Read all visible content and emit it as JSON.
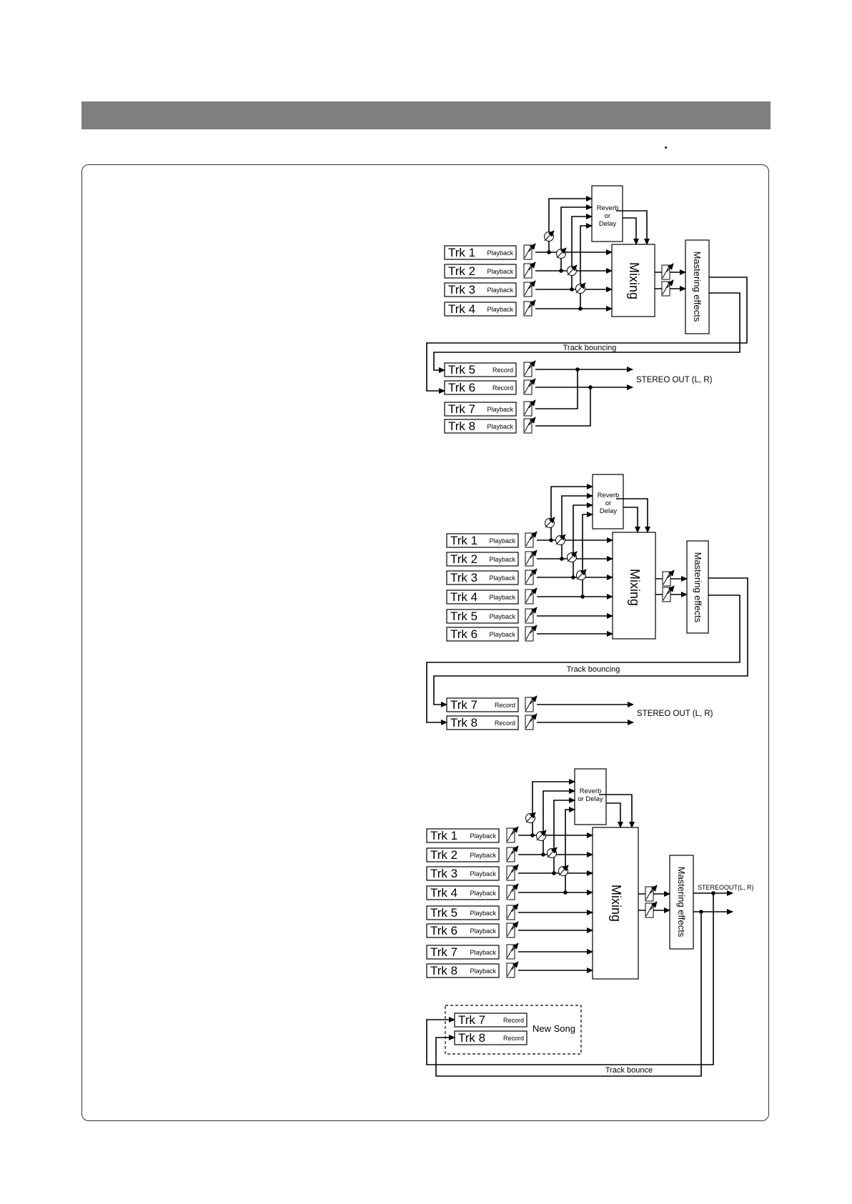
{
  "labels": {
    "playback": "Playback",
    "record": "Record",
    "mixing": "Mixing",
    "mastering": "Mastering effects",
    "reverb": [
      "Reverb",
      "or",
      "Delay"
    ],
    "reverb_d3": [
      "Reverb",
      "or Delay"
    ],
    "stereo_out": "STEREO OUT (L, R)",
    "stereo_out_short": "STEREOOUT(L, R)",
    "track_bouncing": "Track bouncing",
    "track_bounce": "Track bounce",
    "new_song": "New Song"
  },
  "diagrams": [
    {
      "tracks": [
        {
          "name": "Trk 1",
          "mode": "Playback"
        },
        {
          "name": "Trk 2",
          "mode": "Playback"
        },
        {
          "name": "Trk 3",
          "mode": "Playback"
        },
        {
          "name": "Trk 4",
          "mode": "Playback"
        },
        {
          "name": "Trk 5",
          "mode": "Record"
        },
        {
          "name": "Trk 6",
          "mode": "Record"
        },
        {
          "name": "Trk 7",
          "mode": "Playback"
        },
        {
          "name": "Trk 8",
          "mode": "Playback"
        }
      ]
    },
    {
      "tracks": [
        {
          "name": "Trk 1",
          "mode": "Playback"
        },
        {
          "name": "Trk 2",
          "mode": "Playback"
        },
        {
          "name": "Trk 3",
          "mode": "Playback"
        },
        {
          "name": "Trk 4",
          "mode": "Playback"
        },
        {
          "name": "Trk 5",
          "mode": "Playback"
        },
        {
          "name": "Trk 6",
          "mode": "Playback"
        },
        {
          "name": "Trk 7",
          "mode": "Record"
        },
        {
          "name": "Trk 8",
          "mode": "Record"
        }
      ]
    },
    {
      "tracks": [
        {
          "name": "Trk 1",
          "mode": "Playback"
        },
        {
          "name": "Trk 2",
          "mode": "Playback"
        },
        {
          "name": "Trk 3",
          "mode": "Playback"
        },
        {
          "name": "Trk 4",
          "mode": "Playback"
        },
        {
          "name": "Trk 5",
          "mode": "Playback"
        },
        {
          "name": "Trk 6",
          "mode": "Playback"
        },
        {
          "name": "Trk 7",
          "mode": "Playback"
        },
        {
          "name": "Trk 8",
          "mode": "Playback"
        }
      ],
      "new_song_tracks": [
        {
          "name": "Trk 7",
          "mode": "Record"
        },
        {
          "name": "Trk 8",
          "mode": "Record"
        }
      ]
    }
  ]
}
